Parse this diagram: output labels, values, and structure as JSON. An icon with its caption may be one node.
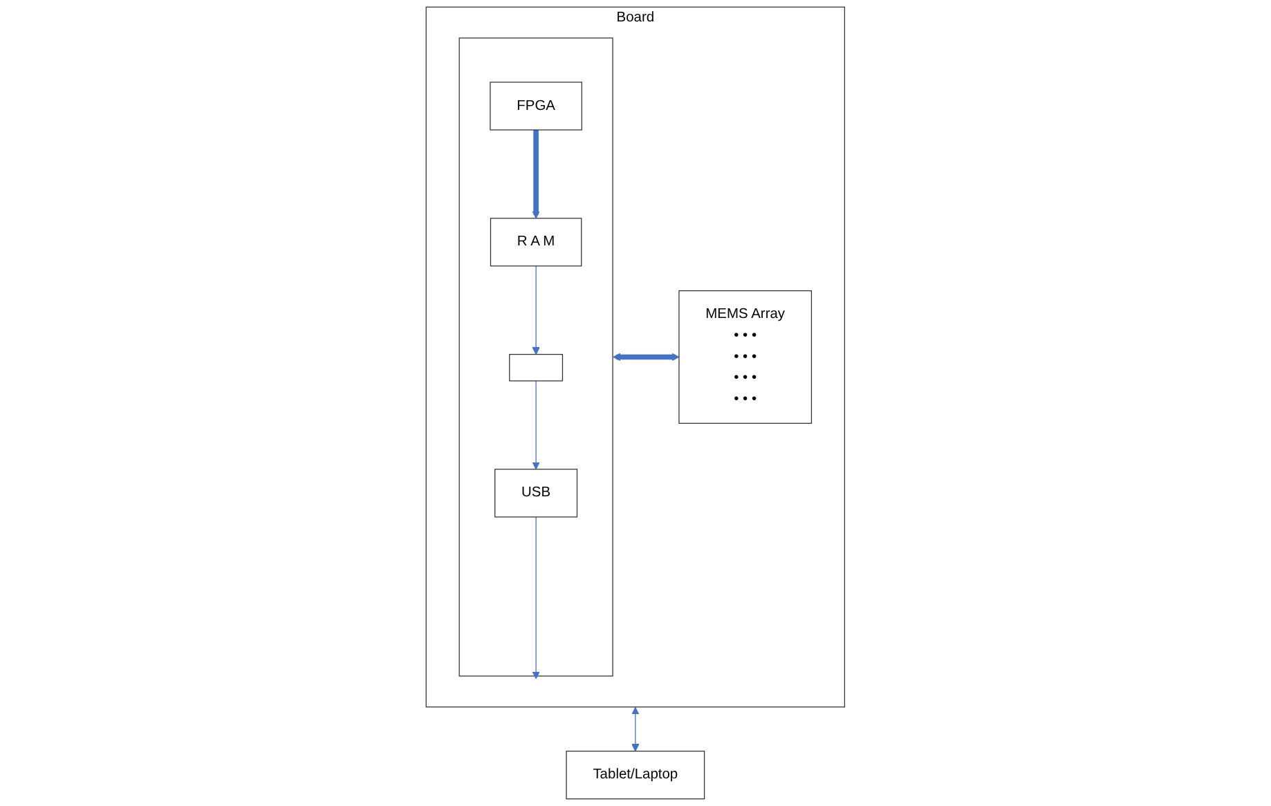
{
  "diagram": {
    "nodes": [
      {
        "text": [
          "Board"
        ]
      },
      {
        "text": [],
        "shape": "box",
        "in": 0
      },
      {
        "text": [
          "R A M"
        ],
        "in": 1
      },
      {
        "text": [
          "FPGA"
        ],
        "in": 1
      },
      {
        "text": [],
        "shape": "box",
        "in": 1
      },
      {
        "text": [
          "USB"
        ],
        "in": 1
      },
      {
        "text": [
          "MEMS Array",
          "• • •",
          "• • •",
          "• • •",
          "• • •"
        ],
        "in": 0
      },
      {
        "text": [
          "Tablet/Laptop"
        ]
      }
    ],
    "edges": [
      {
        "from": 3,
        "to": 2,
        "arrow": "to",
        "style": "thick"
      },
      {
        "from": 2,
        "to": 4,
        "arrow": "to"
      },
      {
        "from": 4,
        "to": 5,
        "arrow": "to"
      },
      {
        "from": 5,
        "to": 1,
        "arrow": "to"
      },
      {
        "from": 0,
        "to": 7,
        "arrow": "both"
      },
      {
        "from": 1,
        "to": 6,
        "arrow": "both",
        "style": "thick"
      }
    ]
  }
}
